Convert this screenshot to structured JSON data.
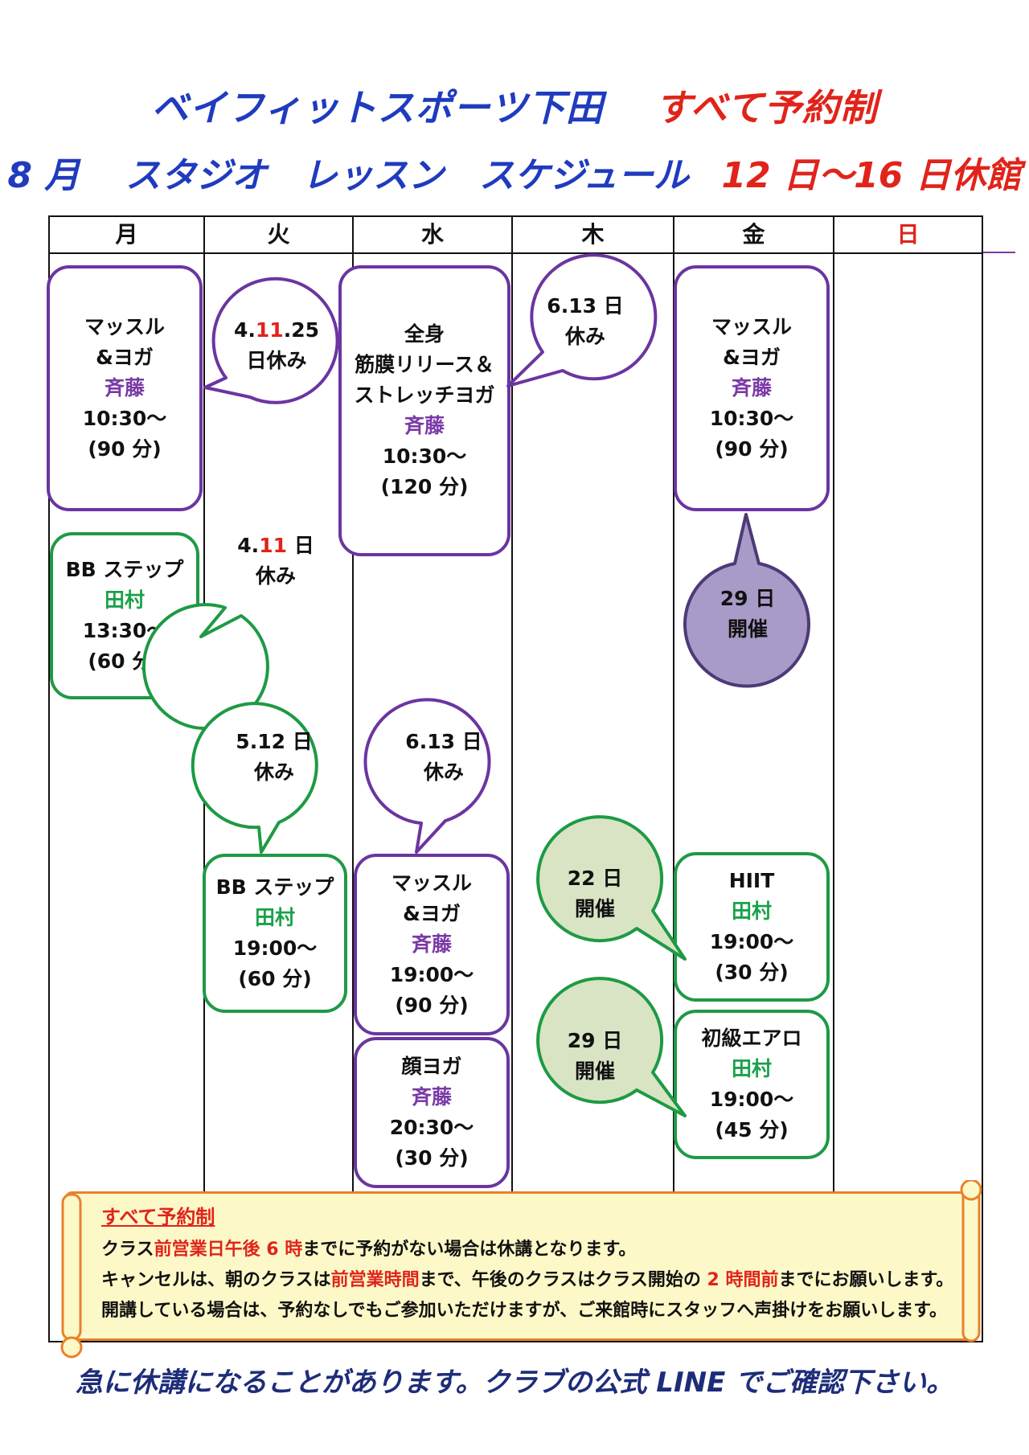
{
  "header": {
    "gym_name": "ベイフィットスポーツ下田",
    "reservation": "すべて予約制",
    "month": "8 月",
    "subtitle": "スタジオ　レッスン　スケジュール",
    "closure": "12 日～16 日休館"
  },
  "days": [
    "月",
    "火",
    "水",
    "木",
    "金",
    "日"
  ],
  "classes": {
    "mon_muscle": {
      "name1": "マッスル",
      "name2": "&ヨガ",
      "instructor": "斉藤",
      "time": "10:30～",
      "duration": "(90 分)"
    },
    "mon_bbstep": {
      "name1": "BB ステップ",
      "instructor": "田村",
      "time": "13:30～",
      "duration": "(60 分)"
    },
    "tue_bbstep": {
      "name1": "BB ステップ",
      "instructor": "田村",
      "time": "19:00～",
      "duration": "(60 分)"
    },
    "wed_fullbody": {
      "name1": "全身",
      "name2": "筋膜リリース＆",
      "name3": "ストレッチヨガ",
      "instructor": "斉藤",
      "time": "10:30～",
      "duration": "(120 分)"
    },
    "wed_muscle": {
      "name1": "マッスル",
      "name2": "&ヨガ",
      "instructor": "斉藤",
      "time": "19:00～",
      "duration": "(90 分)"
    },
    "wed_face": {
      "name1": "顔ヨガ",
      "instructor": "斉藤",
      "time": "20:30～",
      "duration": "(30 分)"
    },
    "fri_muscle": {
      "name1": "マッスル",
      "name2": "&ヨガ",
      "instructor": "斉藤",
      "time": "10:30～",
      "duration": "(90 分)"
    },
    "fri_hiit": {
      "name1": "HIIT",
      "instructor": "田村",
      "time": "19:00～",
      "duration": "(30 分)"
    },
    "fri_aero": {
      "name1": "初級エアロ",
      "instructor": "田村",
      "time": "19:00～",
      "duration": "(45 分)"
    }
  },
  "bubbles": {
    "tue_1": {
      "a": "4.",
      "b": "11",
      "c": ".25",
      "line2": "日休み"
    },
    "tue_2": {
      "a": "4.",
      "b": "11",
      "c": " 日",
      "line2": "休み"
    },
    "tue_3": {
      "line1": "5.12 日",
      "line2": "休み"
    },
    "wed_1": {
      "line1": "6.13 日",
      "line2": "休み"
    },
    "thu_1": {
      "line1": "6.13 日",
      "line2": "休み"
    },
    "thu_2": {
      "line1": "22 日",
      "line2": "開催"
    },
    "thu_3": {
      "line1": "29 日",
      "line2": "開催"
    },
    "fri_1": {
      "line1": "29 日",
      "line2": "開催"
    }
  },
  "notice": {
    "heading": "すべて予約制",
    "line1_a": "クラス",
    "line1_b": "前営業日午後 6 時",
    "line1_c": "までに予約がない場合は休講となります。",
    "line2_a": "キャンセルは、朝のクラスは",
    "line2_b": "前営業時間",
    "line2_c": "まで、午後のクラスはクラス開始の",
    "line2_d": " 2 時間前",
    "line2_e": "までにお願いします。",
    "line3": "開講している場合は、予約なしでもご参加いただけますが、ご来館時にスタッフへ声掛けをお願いします。"
  },
  "footer": "急に休講になることがあります。クラブの公式 LINE でご確認下さい。",
  "colors": {
    "title_blue": "#1f3bbf",
    "red": "#e0241b",
    "purple": "#6b35a0",
    "green": "#1e9a44",
    "held_purple_fill": "#a99bc7",
    "held_green_fill": "#d9e4c4",
    "notice_fill": "#fdf8c7",
    "notice_border": "#e8822a"
  }
}
